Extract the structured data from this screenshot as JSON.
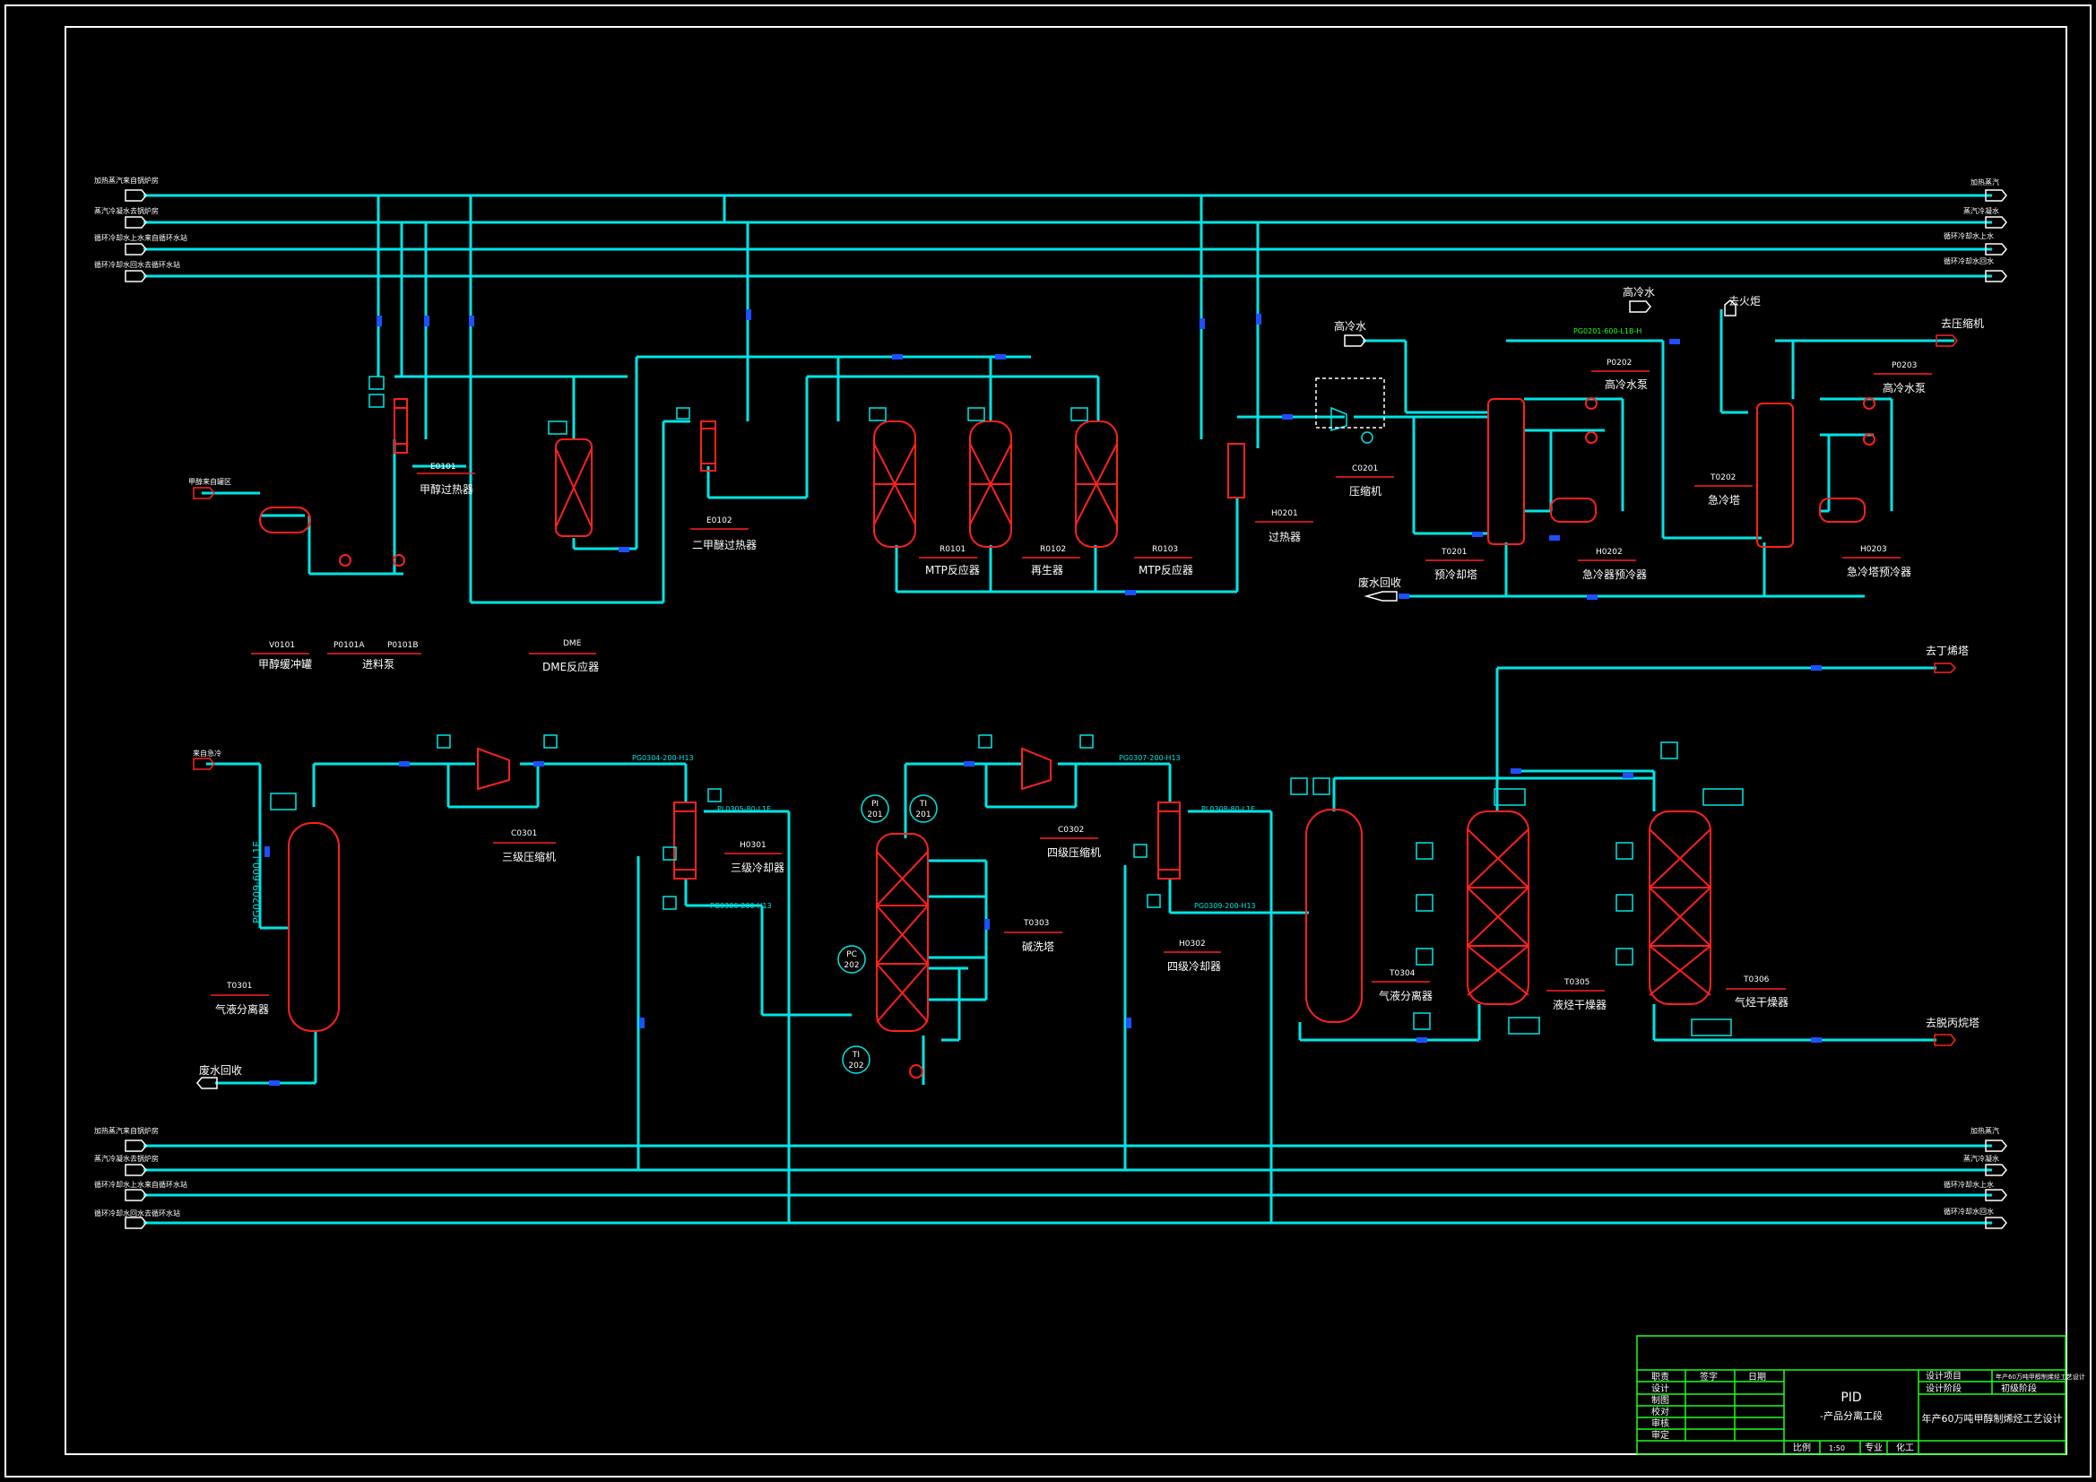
{
  "utilities": {
    "left_top": [
      "加热蒸汽来自锅炉房",
      "蒸汽冷凝水去锅炉房",
      "循环冷却水上水来自循环水站",
      "循环冷却水回水去循环水站"
    ],
    "right_top": [
      "加热蒸汽",
      "蒸汽冷凝水",
      "循环冷却水上水",
      "循环冷却水回水"
    ],
    "left_bottom": [
      "加热蒸汽来自锅炉房",
      "蒸汽冷凝水去锅炉房",
      "循环冷却水上水来自循环水站",
      "循环冷却水回水去循环水站"
    ],
    "right_bottom": [
      "加热蒸汽",
      "蒸汽冷凝水",
      "循环冷却水上水",
      "循环冷却水回水"
    ]
  },
  "streams": {
    "methanol_in": "甲醇来自罐区",
    "high_cold_water_1": "高冷水",
    "high_cold_water_2": "高冷水",
    "to_flare": "去火炬",
    "to_low_pressure": "去压缩机",
    "wastewater_top": "废水回收",
    "to_butylene": "去丁烯塔",
    "feed_gas": "来自急冷",
    "wastewater_bottom": "废水回收",
    "to_depropanizer": "去脱丙烷塔"
  },
  "equipment_top": [
    {
      "code": "E0101",
      "name": "甲醇过热器"
    },
    {
      "code": "E0102",
      "name": "二甲醚过热器"
    },
    {
      "code": "R0101",
      "name": "MTP反应器"
    },
    {
      "code": "R0102",
      "name": "再生器"
    },
    {
      "code": "R0103",
      "name": "MTP反应器"
    },
    {
      "code": "H0201",
      "name": "过热器"
    },
    {
      "code": "C0201",
      "name": "压缩机"
    },
    {
      "code": "T0201",
      "name": "预冷却塔"
    },
    {
      "code": "P0202",
      "name": "高冷水泵"
    },
    {
      "code": "H0202",
      "name": "急冷器预冷器"
    },
    {
      "code": "T0202",
      "name": "急冷塔"
    },
    {
      "code": "P0203",
      "name": "高冷水泵"
    },
    {
      "code": "H0203",
      "name": "急冷塔预冷器"
    }
  ],
  "equipment_legend": [
    {
      "code": "V0101",
      "name": "甲醇缓冲罐"
    },
    {
      "code": "P0101A",
      "name": "进料泵"
    },
    {
      "code": "P0101B",
      "name": ""
    },
    {
      "code": "DME",
      "name": "DME反应器"
    }
  ],
  "equipment_bottom": [
    {
      "code": "T0301",
      "name": "气液分离器"
    },
    {
      "code": "C0301",
      "name": "三级压缩机"
    },
    {
      "code": "H0301",
      "name": "三级冷却器"
    },
    {
      "code": "T0303",
      "name": "碱洗塔"
    },
    {
      "code": "C0302",
      "name": "四级压缩机"
    },
    {
      "code": "H0302",
      "name": "四级冷却器"
    },
    {
      "code": "T0304",
      "name": "气液分离器"
    },
    {
      "code": "T0305",
      "name": "液烃干燥器"
    },
    {
      "code": "T0306",
      "name": "气烃干燥器"
    }
  ],
  "instruments": {
    "pi": "PI",
    "pi_num": "201",
    "ti1": "TI",
    "ti1_num": "201",
    "pc": "PC",
    "pc_num": "202",
    "ti2": "TI",
    "ti2_num": "202"
  },
  "pipes": {
    "p1": "PG0201-600-L1B-H",
    "p2": "PG0209-600-L1E",
    "p3": "PG0304-200-H13",
    "p4": "PL0305-80-L1E",
    "p5": "PG0306-200-H13",
    "p6": "PG0307-200-H13",
    "p7": "PL0308-80-L1E",
    "p8": "PG0309-200-H13"
  },
  "title_block": {
    "cols": [
      "职责",
      "签字",
      "日期"
    ],
    "rows": [
      "设计",
      "制图",
      "校对",
      "审核",
      "审定"
    ],
    "drawing": "PID",
    "subtitle": "-产品分离工段",
    "k1": "设计项目",
    "k2": "设计阶段",
    "v1": "年产60万吨甲醇制烯烃工艺设计",
    "v2": "初级阶段",
    "project": "年产60万吨甲醇制烯烃工艺设计",
    "bottom_labels": [
      "比例",
      "1:50",
      "专业",
      "化工"
    ]
  },
  "colors": {
    "pipe": "#00e5e5",
    "equipment": "#ff2020",
    "instrument": "#00e5e5",
    "frame": "#ffffff",
    "valve": "#1f4fff",
    "title_block": "#1aff1a",
    "text": "#ffffff"
  }
}
